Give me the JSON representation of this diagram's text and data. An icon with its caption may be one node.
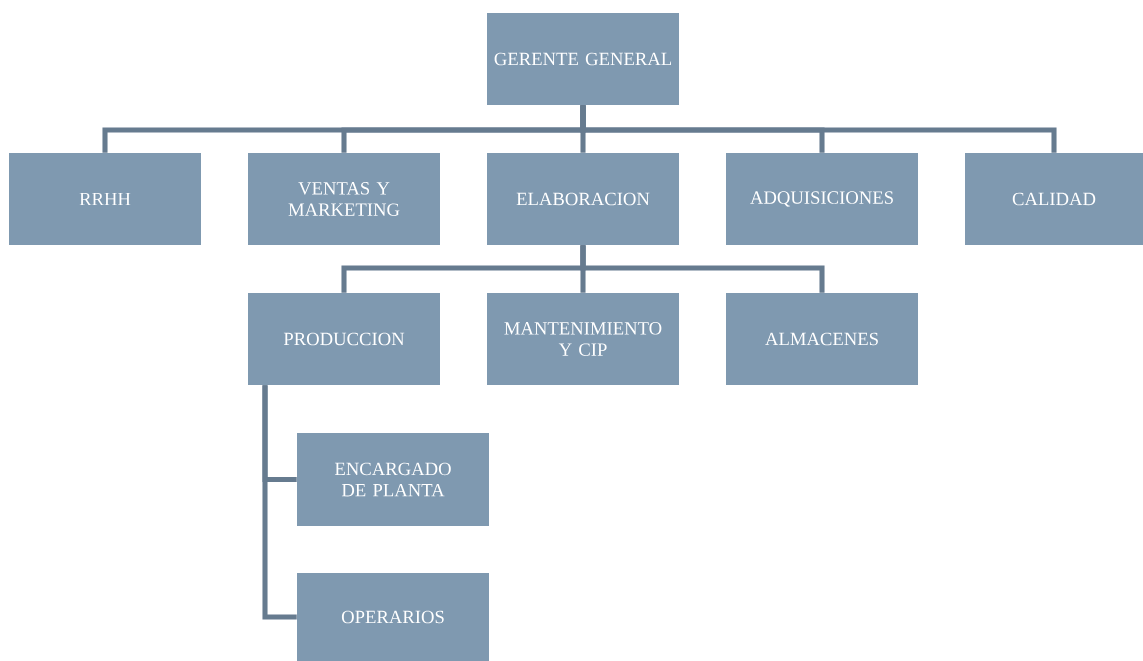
{
  "diagram": {
    "nodes": [
      {
        "text": [
          "GERENTE GENERAL"
        ]
      },
      {
        "text": [
          "RRHH"
        ]
      },
      {
        "text": [
          "VENTAS Y MARKETING"
        ]
      },
      {
        "text": [
          "ELABORACION"
        ]
      },
      {
        "text": [
          "ADQUISICIONES"
        ]
      },
      {
        "text": [
          "CALIDAD"
        ]
      },
      {
        "text": [
          "PRODUCCION"
        ]
      },
      {
        "text": [
          "MANTENIMIENTO Y CIP"
        ]
      },
      {
        "text": [
          "ALMACENES"
        ]
      },
      {
        "text": [
          "ENCARGADO DE PLANTA"
        ]
      },
      {
        "text": [
          "OPERARIOS"
        ]
      }
    ],
    "edges": [
      {
        "from": 0,
        "to": 1,
        "arrow": "none"
      },
      {
        "from": 0,
        "to": 2,
        "arrow": "none"
      },
      {
        "from": 0,
        "to": 3,
        "arrow": "none"
      },
      {
        "from": 0,
        "to": 4,
        "arrow": "none"
      },
      {
        "from": 0,
        "to": 5,
        "arrow": "none"
      },
      {
        "from": 3,
        "to": 6,
        "arrow": "none"
      },
      {
        "from": 3,
        "to": 7,
        "arrow": "none"
      },
      {
        "from": 3,
        "to": 8,
        "arrow": "none"
      },
      {
        "from": 6,
        "to": 9,
        "arrow": "none"
      },
      {
        "from": 6,
        "to": 10,
        "arrow": "none"
      }
    ]
  }
}
